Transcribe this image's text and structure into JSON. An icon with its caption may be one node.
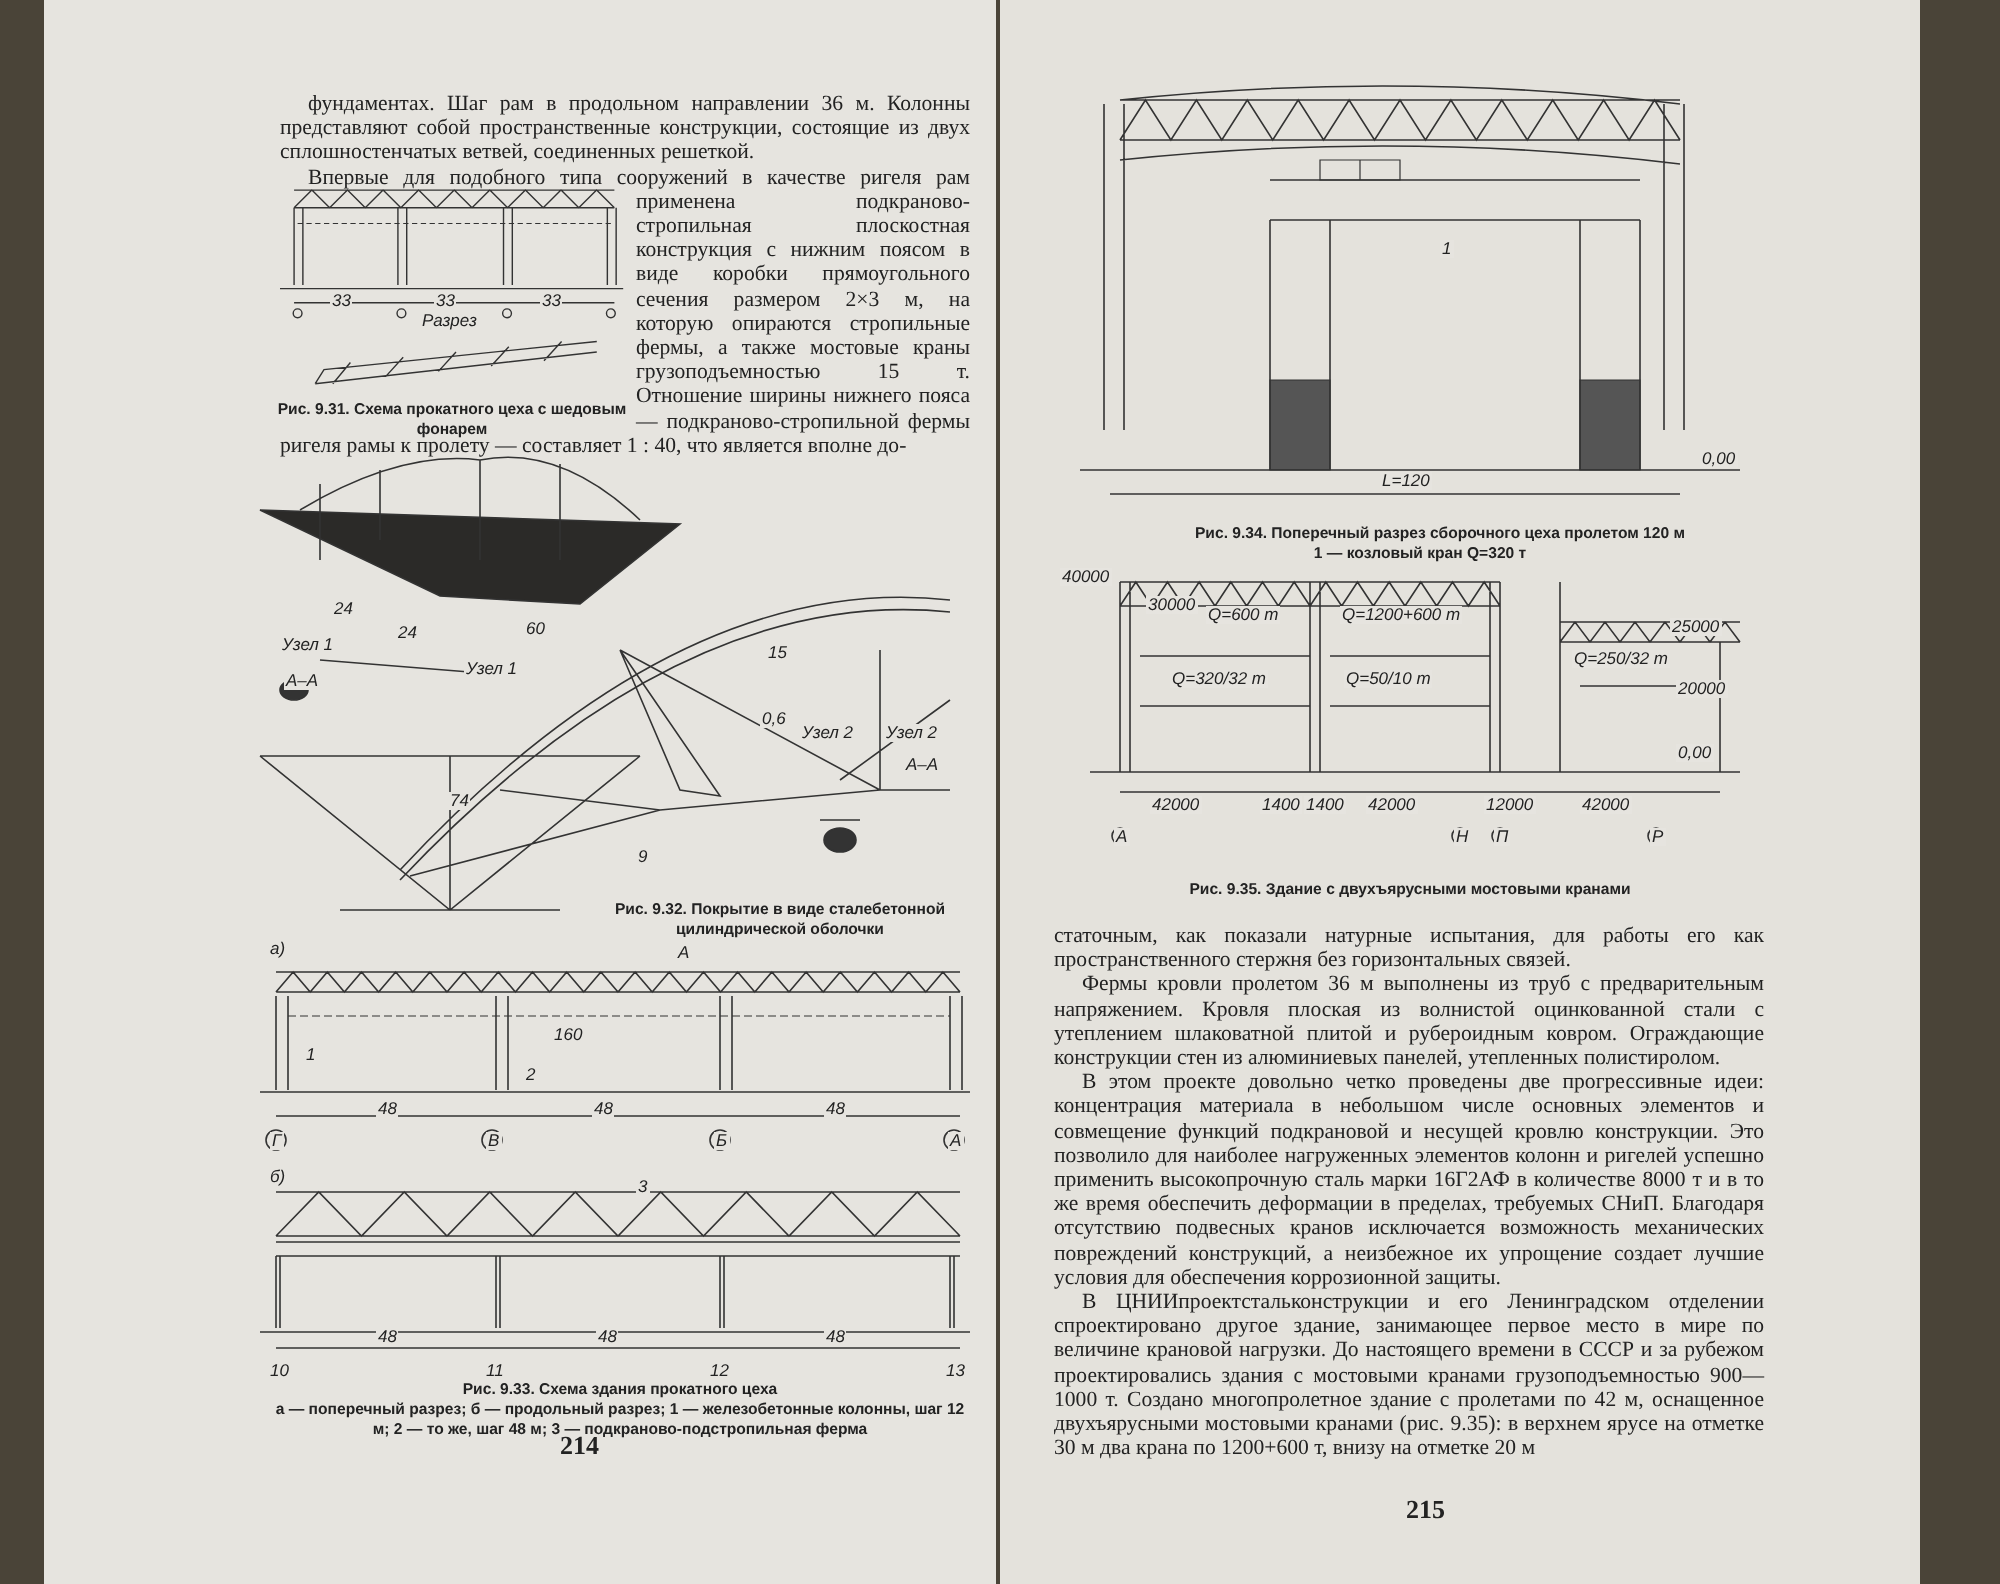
{
  "diagram": {
    "labels": [
      "фундаментах. Шаг рам в продольном направлении 36 м. Колонны представляют собой пространственные конструкции, состоящие из двух сплошностенчатых ветвей, соединенных решеткой.",
      "Впервые для подобного типа сооружений в качестве ригеля рам применена подкраново-стропильная плоскостная конструкция с нижним поясом в виде коробки прямоугольного сечения размером 2×3 м, на которую опираются стропильные фермы, а также мостовые краны грузоподъемностью 15 т. Отношение ширины нижнего пояса — подкраново-стропильной фермы ригеля рамы к пролету — составляет 1 : 40, что является вполне до-",
      "33",
      "33",
      "33",
      "Разрез",
      "Рис. 9.31. Схема прокатного цеха с шедовым фонарем",
      "24",
      "24",
      "60",
      "Узел 1",
      "Узел 1",
      "А–А",
      "15",
      "0,6",
      "Узел 2",
      "Узел 2",
      "А–А",
      "74",
      "9",
      "Рис. 9.32. Покрытие в виде сталебетонной цилиндрической оболочки",
      "а)",
      "А",
      "160",
      "1",
      "2",
      "48",
      "48",
      "48",
      "Г",
      "В",
      "Б",
      "А",
      "б)",
      "3",
      "48",
      "48",
      "48",
      "10",
      "11",
      "12",
      "13",
      "Рис. 9.33. Схема здания прокатного цеха",
      "а — поперечный разрез; б — продольный разрез; 1 — железобетонные колонны, шаг 12 м; 2 — то же, шаг 48 м; 3 — подкраново-подстропильная ферма",
      "214",
      "1",
      "0,00",
      "L=120",
      "Рис. 9.34. Поперечный разрез сборочного цеха пролетом 120 м",
      "1 — козловый кран Q=320 т",
      "40000",
      "30000",
      "Q=600 т",
      "Q=1200+600 т",
      "Q=320/32 т",
      "Q=50/10 т",
      "25000",
      "Q=250/32 т",
      "20000",
      "0,00",
      "42000",
      "1400",
      "1400",
      "42000",
      "12000",
      "42000",
      "А",
      "Н",
      "П",
      "Р",
      "Рис. 9.35. Здание с двухъярусными мостовыми кранами",
      "статочным, как показали натурные испытания, для работы его как пространственного стержня без горизонтальных связей.",
      "Фермы кровли пролетом 36 м выполнены из труб с предварительным напряжением. Кровля плоская из волнистой оцинкованной стали с утеплением шлаковатной плитой и рубероидным ковром. Ограждающие конструкции стен из алюминиевых панелей, утепленных полистиролом.",
      "В этом проекте довольно четко проведены две прогрессивные идеи: концентрация материала в небольшом числе основных элементов и совмещение функций подкрановой и несущей кровлю конструкции. Это позволило для наиболее нагруженных элементов колонн и ригелей успешно применить высокопрочную сталь марки 16Г2АФ в количестве 8000 т и в то же время обеспечить деформации в пределах, требуемых СНиП. Благодаря отсутствию подвесных кранов исключается возможность механических повреждений конструкций, а неизбежное их упрощение создает лучшие условия для обеспечения коррозионной защиты.",
      "В ЦНИИпроектстальконструкции и его Ленинградском отделении спроектировано другое здание, занимающее первое место в мире по величине крановой нагрузки. До настоящего времени в СССР и за рубежом проектировались здания с мостовыми кранами грузоподъемностью 900—1000 т. Создано многопролетное здание с пролетами по 42 м, оснащенное двухъярусными мостовыми кранами (рис. 9.35): в верхнем ярусе на отметке 30 м два крана по 1200+600 т, внизу на отметке 20 м",
      "215"
    ]
  }
}
